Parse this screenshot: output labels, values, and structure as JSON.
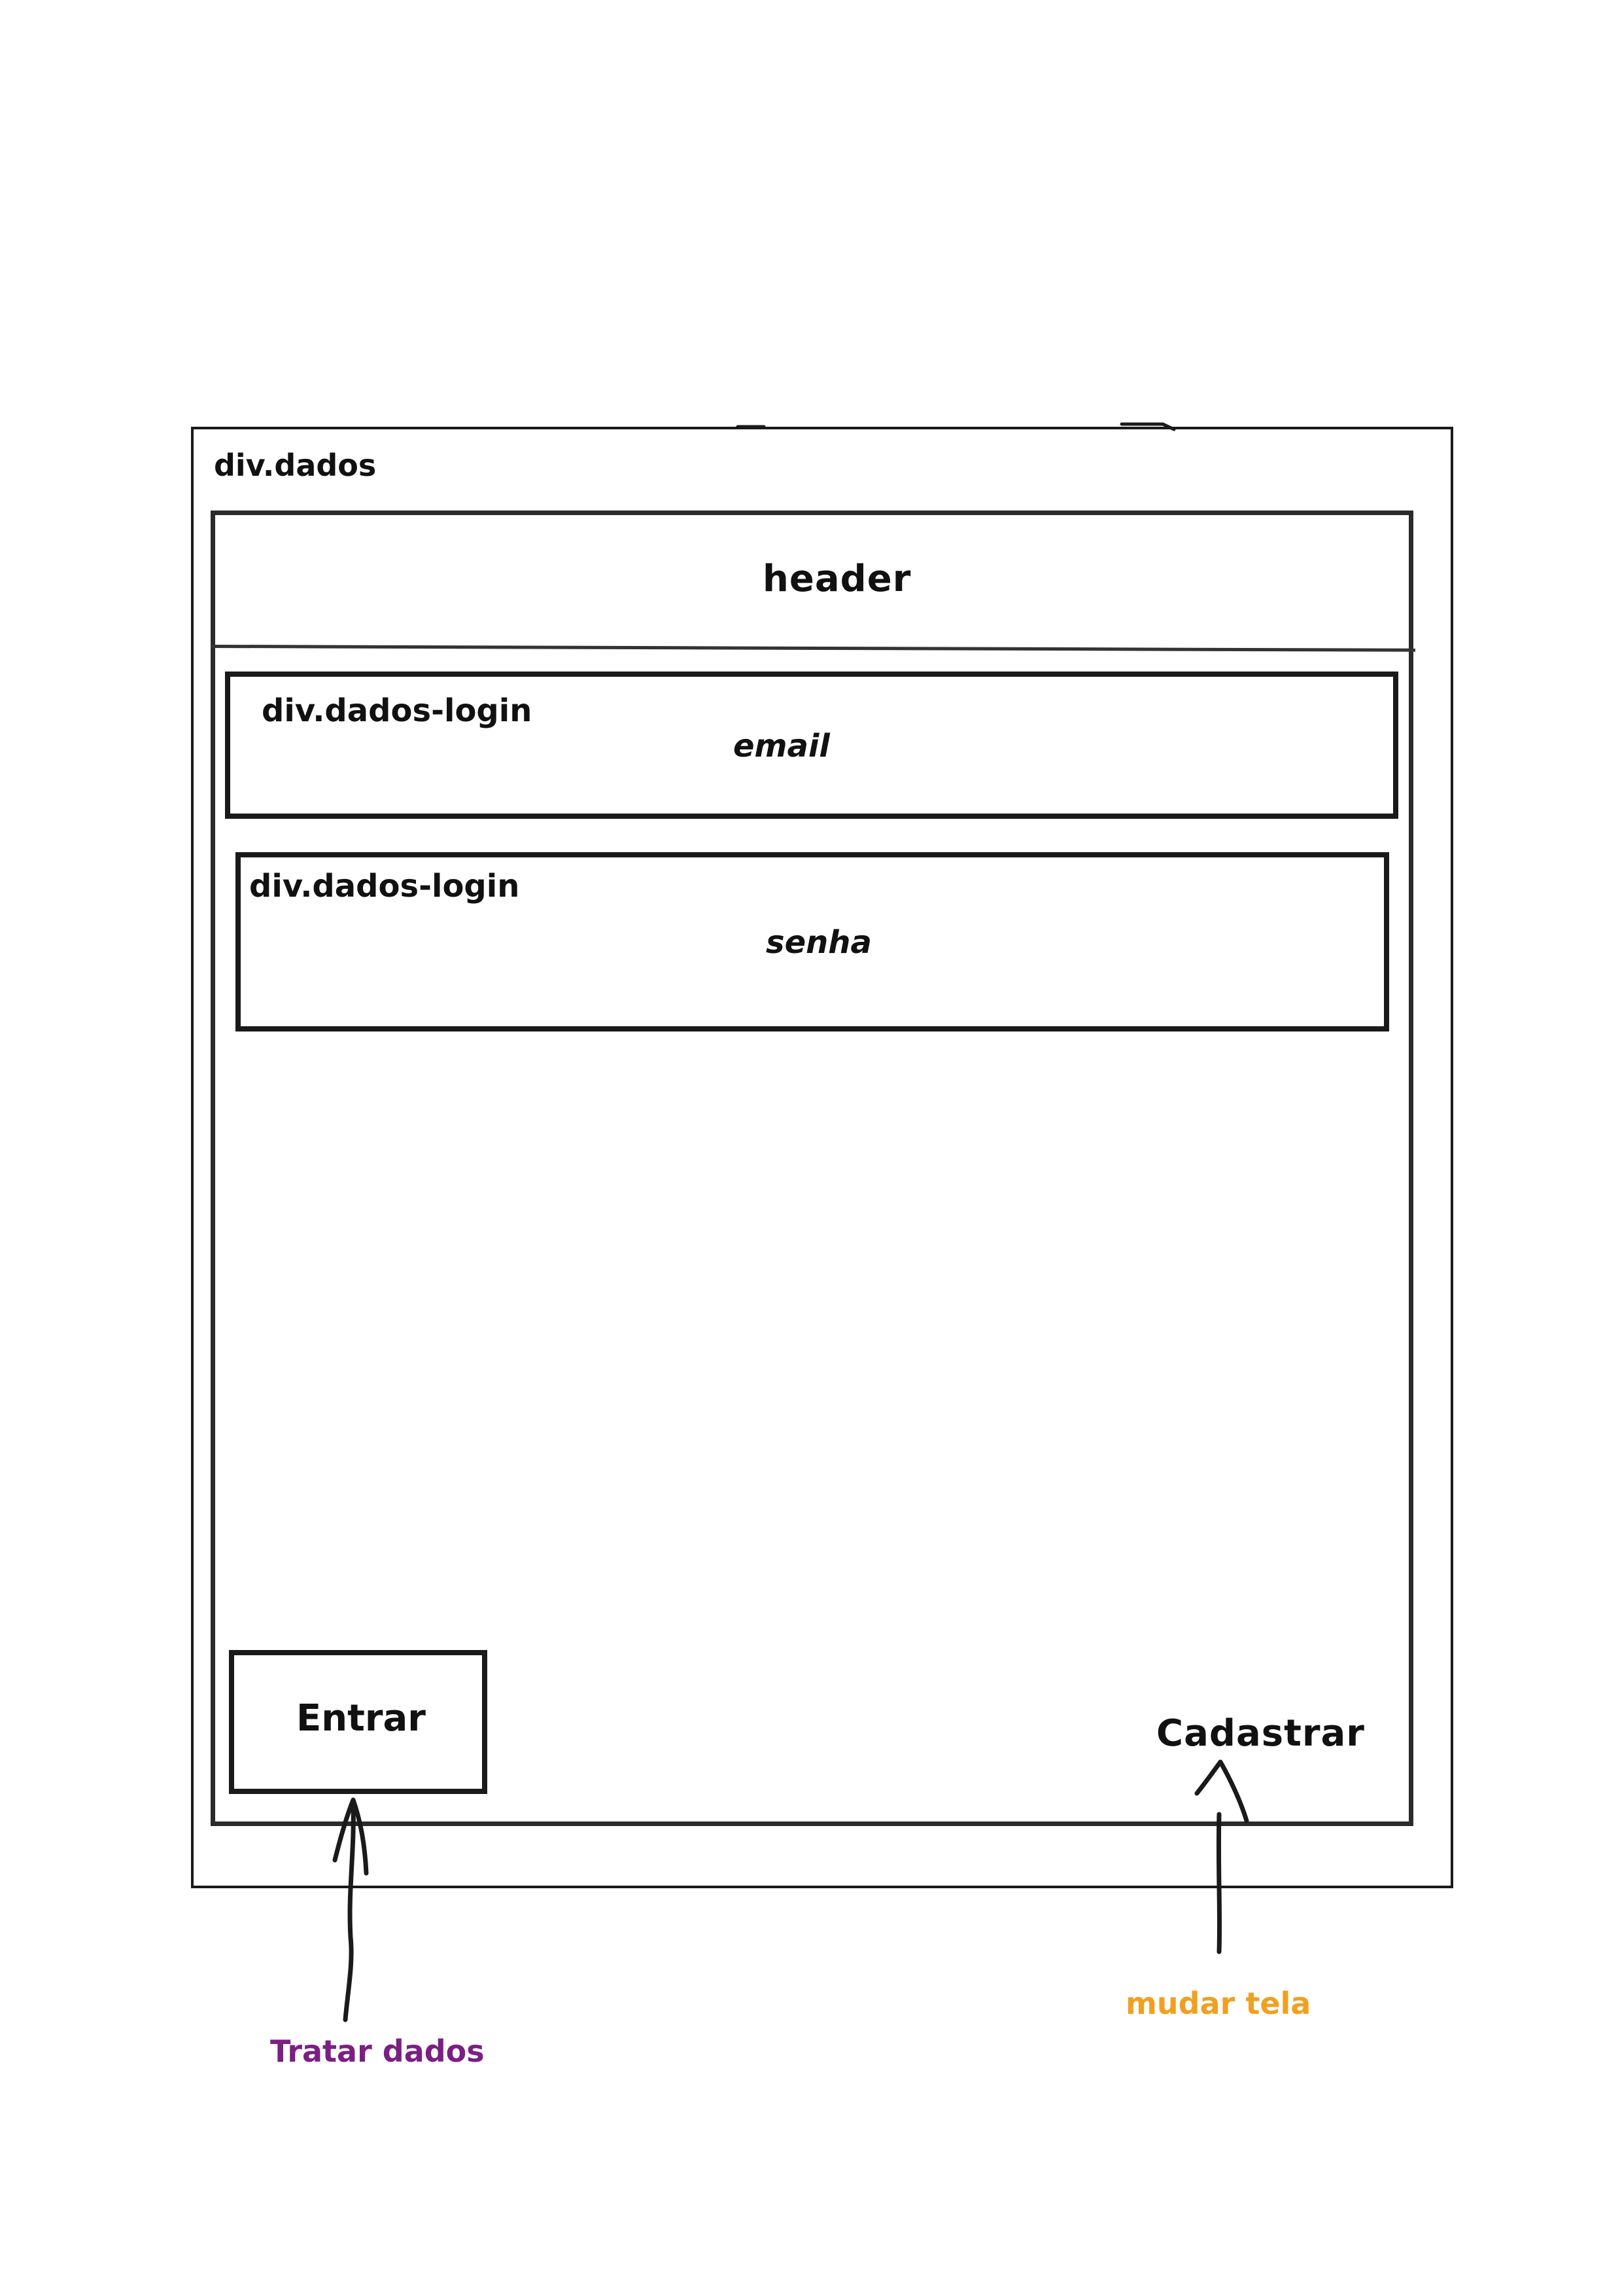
{
  "colors": {
    "stroke": "#1a1a1a",
    "tratar_dados": "#7b1f82",
    "mudar_tela": "#f0a020"
  },
  "container": {
    "label": "div.dados"
  },
  "header": {
    "label": "header"
  },
  "login_email": {
    "label": "div.dados-login",
    "field": "email"
  },
  "login_senha": {
    "label": "div.dados-login",
    "field": "senha"
  },
  "buttons": {
    "entrar": "Entrar",
    "cadastrar": "Cadastrar"
  },
  "annotations": {
    "entrar": "Tratar dados",
    "cadastrar": "mudar tela"
  }
}
